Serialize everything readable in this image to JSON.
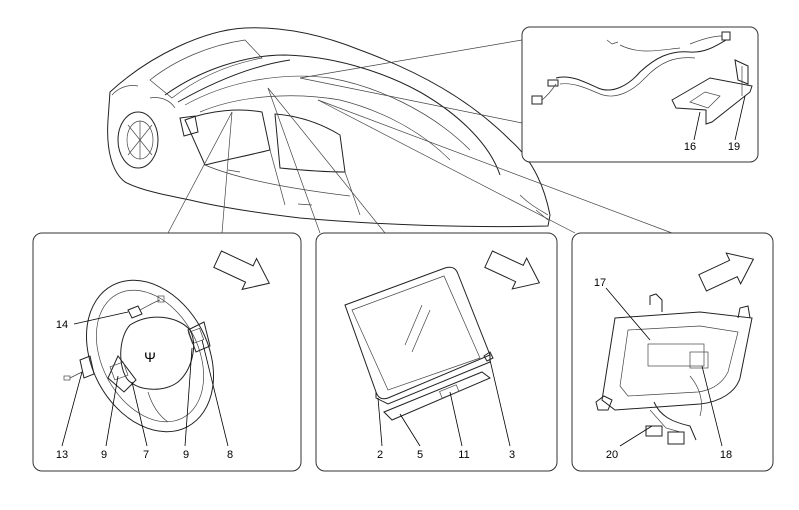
{
  "callouts": {
    "inset_wiring": [
      "16",
      "19"
    ],
    "steering": [
      "14",
      "13",
      "9",
      "7",
      "9",
      "8"
    ],
    "display": [
      "2",
      "5",
      "11",
      "3"
    ],
    "bracket": [
      "17",
      "20",
      "18"
    ]
  }
}
